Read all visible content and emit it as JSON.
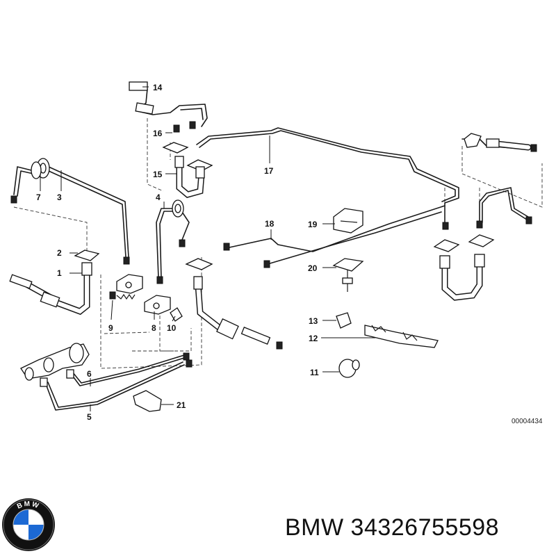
{
  "diagram": {
    "callouts": [
      "1",
      "2",
      "3",
      "4",
      "5",
      "6",
      "7",
      "8",
      "9",
      "10",
      "11",
      "12",
      "13",
      "14",
      "15",
      "16",
      "17",
      "18",
      "19",
      "20",
      "21"
    ],
    "doc_number": "00004434"
  },
  "logo": {
    "letters": "BMW",
    "colors": {
      "blue": "#1c69d4",
      "white": "#ffffff",
      "ring": "#111111"
    }
  },
  "caption": {
    "brand": "BMW",
    "part_number": "34326755598"
  }
}
